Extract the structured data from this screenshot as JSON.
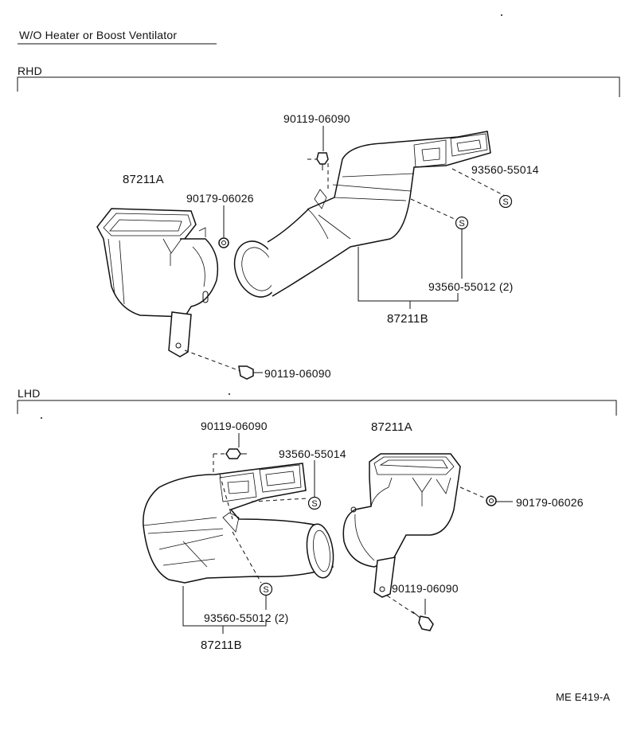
{
  "title": "W/O Heater or Boost Ventilator",
  "sections": {
    "rhd": {
      "label": "RHD",
      "parts": {
        "bolt_top": "90119-06090",
        "clip_upper": "93560-55014",
        "duct_a": "87211A",
        "nut": "90179-06026",
        "clip_lower": "93560-55012 (2)",
        "duct_b": "87211B",
        "bolt_bottom": "90119-06090"
      }
    },
    "lhd": {
      "label": "LHD",
      "parts": {
        "bolt_top": "90119-06090",
        "clip_upper": "93560-55014",
        "duct_a": "87211A",
        "nut": "90179-06026",
        "bolt_right": "90119-06090",
        "clip_lower": "93560-55012 (2)",
        "duct_b": "87211B"
      }
    }
  },
  "clip_symbol": "S",
  "figure_code": "ME E419-A"
}
